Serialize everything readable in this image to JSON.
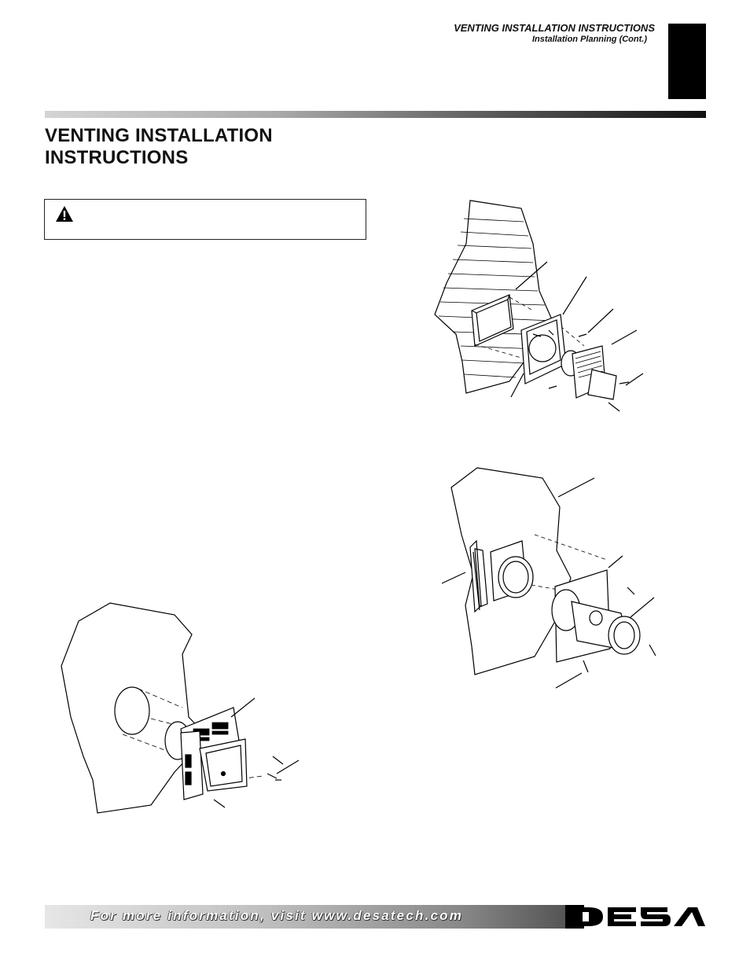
{
  "header": {
    "title": "VENTING INSTALLATION INSTRUCTIONS",
    "subtitle": "Installation Planning (Cont.)"
  },
  "section": {
    "title": "VENTING INSTALLATION\nINSTRUCTIONS"
  },
  "icons": {
    "warning": "warning-triangle-icon"
  },
  "footer": {
    "text": "For more information, visit www.desatech.com",
    "logo": "DESA"
  },
  "colors": {
    "ink": "#111111",
    "tab": "#000000"
  }
}
